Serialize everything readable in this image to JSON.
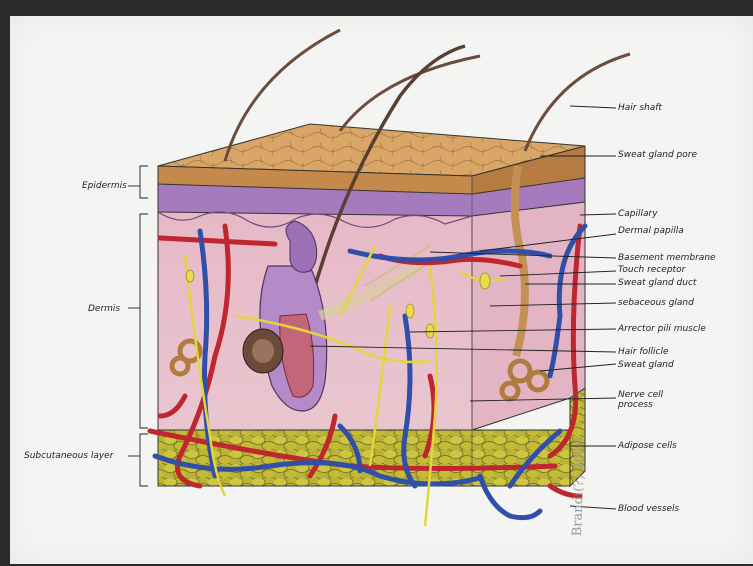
{
  "labels_right": [
    {
      "id": "hair-shaft",
      "text": "Hair shaft"
    },
    {
      "id": "sweat-gland-pore",
      "text": "Sweat gland pore"
    },
    {
      "id": "capillary",
      "text": "Capillary"
    },
    {
      "id": "dermal-papilla",
      "text": "Dermal papilla"
    },
    {
      "id": "basement-membrane",
      "text": "Basement membrane"
    },
    {
      "id": "touch-receptor",
      "text": "Touch receptor"
    },
    {
      "id": "sweat-gland-duct",
      "text": "Sweat gland duct"
    },
    {
      "id": "sebaceous-gland",
      "text": "sebaceous gland"
    },
    {
      "id": "arrector-pili-muscle",
      "text": "Arrector pili muscle"
    },
    {
      "id": "hair-follicle",
      "text": "Hair follicle"
    },
    {
      "id": "sweat-gland",
      "text": "Sweat gland"
    },
    {
      "id": "nerve-cell-process",
      "text": "Nerve cell\nprocess"
    },
    {
      "id": "adipose-cells",
      "text": "Adipose cells"
    },
    {
      "id": "blood-vessels",
      "text": "Blood vessels"
    }
  ],
  "labels_left": [
    {
      "id": "epidermis",
      "text": "Epidermis"
    },
    {
      "id": "dermis",
      "text": "Dermis"
    },
    {
      "id": "subcutaneous-layer",
      "text": "Subcutaneous layer"
    }
  ],
  "signature": "Brandi(?) 2020"
}
